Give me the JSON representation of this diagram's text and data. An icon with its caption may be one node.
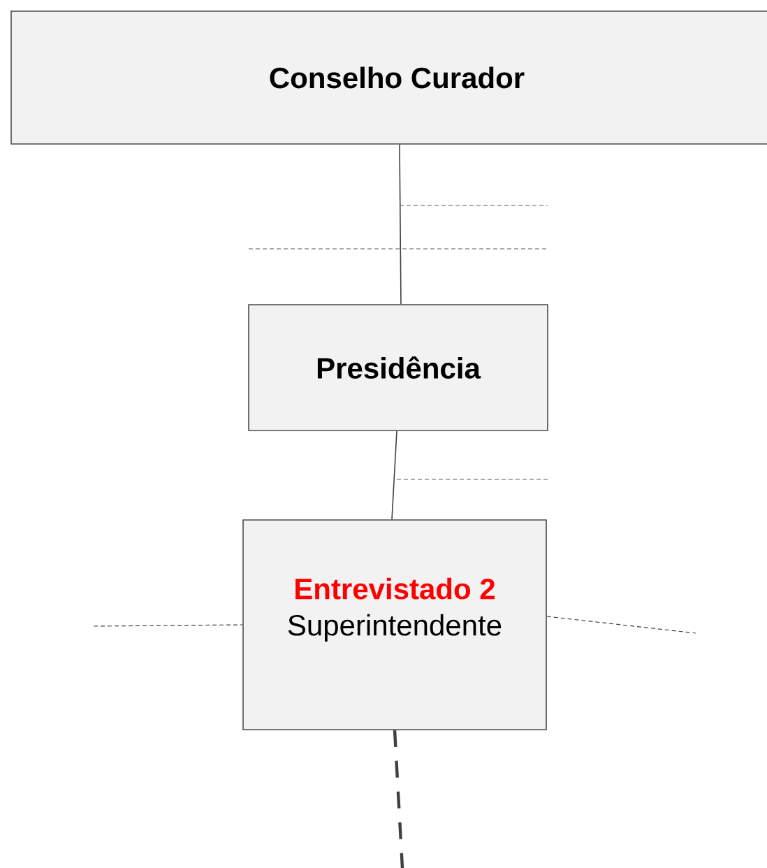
{
  "diagram": {
    "nodes": [
      {
        "text": [
          "Conselho Curador"
        ]
      },
      {
        "text": [
          "Presidência"
        ]
      },
      {
        "text": [
          "Entrevistado 2",
          "Superintendente"
        ]
      }
    ],
    "edges": [
      {
        "from": 0,
        "to": 1,
        "arrow": "none"
      },
      {
        "from": 1,
        "to": 2,
        "arrow": "none"
      },
      {
        "from": 2,
        "to": null,
        "arrow": "none",
        "style": "dashed"
      },
      {
        "from": null,
        "to": 2,
        "arrow": "none",
        "style": "dashed"
      },
      {
        "from": 2,
        "to": null,
        "arrow": "none",
        "style": "dashed"
      }
    ]
  }
}
